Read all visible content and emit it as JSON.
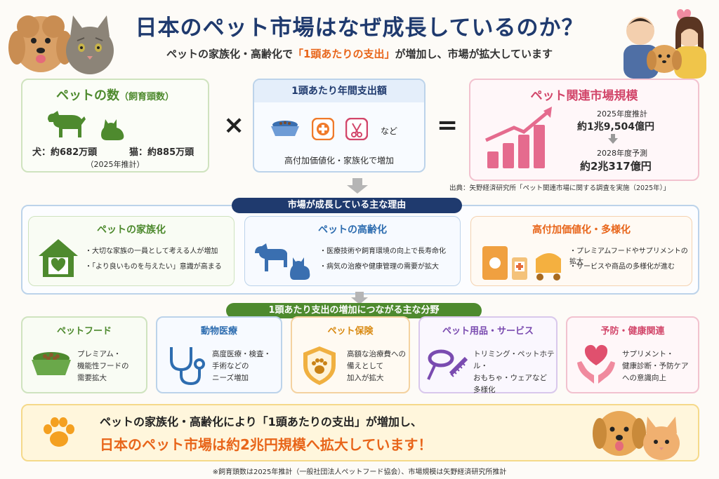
{
  "header": {
    "title": "日本のペット市場はなぜ成長しているのか？",
    "subtitle_pre": "ペットの家族化・高齢化で",
    "subtitle_hl": "「1頭あたりの支出」",
    "subtitle_post": "が増加し、市場が拡大しています"
  },
  "pets_card": {
    "title": "ペットの数",
    "title_note": "（飼育頭数）",
    "dogs": "犬：約682万頭",
    "cats": "猫：約885万頭",
    "note": "（2025年推計）"
  },
  "operators": {
    "multiply": "×",
    "equals": "="
  },
  "spend_card": {
    "title": "1頭あたり年間支出額",
    "etc": "など",
    "caption": "高付加価値化・家族化で増加"
  },
  "market_card": {
    "title": "ペット関連市場規模",
    "y2025_label": "2025年度推計",
    "y2025_value": "約1兆9,504億円",
    "y2028_label": "2028年度予測",
    "y2028_value": "約2兆317億円"
  },
  "source": "出典：矢野経済研究所「ペット関連市場に関する調査を実施（2025年）」",
  "reasons": {
    "banner": "市場が成長している主な理由",
    "items": [
      {
        "title": "ペットの家族化",
        "lines": [
          "・大切な家族の一員として考える人が増加",
          "・「より良いものを与えたい」意識が高まる"
        ]
      },
      {
        "title": "ペットの高齢化",
        "lines": [
          "・医療技術や飼育環境の向上で長寿命化",
          "・病気の治療や健康管理の需要が拡大"
        ]
      },
      {
        "title": "高付加価値化・多様化",
        "lines": [
          "・プレミアムフードやサプリメントの拡大",
          "・サービスや商品の多様化が進む"
        ]
      }
    ]
  },
  "fields": {
    "banner": "1頭あたり支出の増加につながる主な分野",
    "items": [
      {
        "title": "ペットフード",
        "lines": [
          "プレミアム・",
          "機能性フードの",
          "需要拡大"
        ],
        "color": "#4e8a2e",
        "icon": "food-bowl-icon"
      },
      {
        "title": "動物医療",
        "lines": [
          "高度医療・検査・",
          "手術などの",
          "ニーズ増加"
        ],
        "color": "#2e6db0",
        "icon": "stethoscope-icon"
      },
      {
        "title": "ペット保険",
        "lines": [
          "高額な治療費への",
          "備えとして",
          "加入が拡大"
        ],
        "color": "#d98a12",
        "icon": "shield-paw-icon"
      },
      {
        "title": "ペット用品・サービス",
        "lines": [
          "トリミング・ペットホテル・",
          "おもちゃ・ウェアなど",
          "多様化"
        ],
        "color": "#7a4bb0",
        "icon": "leash-comb-icon"
      },
      {
        "title": "予防・健康関連",
        "lines": [
          "サプリメント・",
          "健康診断・予防ケア",
          "への意識向上"
        ],
        "color": "#d2466a",
        "icon": "heart-hands-icon"
      }
    ]
  },
  "conclusion": {
    "line1": "ペットの家族化・高齢化により「1頭あたりの支出」が増加し、",
    "line2": "日本のペット市場は約2兆円規模へ拡大しています！"
  },
  "footnote": "※飼育頭数は2025年推計（一般社団法人ペットフード協会）、市場規模は矢野経済研究所推計",
  "colors": {
    "navy": "#1f3a6e",
    "orange": "#e8651a",
    "green": "#4e8a2e",
    "pink": "#d2466a"
  }
}
